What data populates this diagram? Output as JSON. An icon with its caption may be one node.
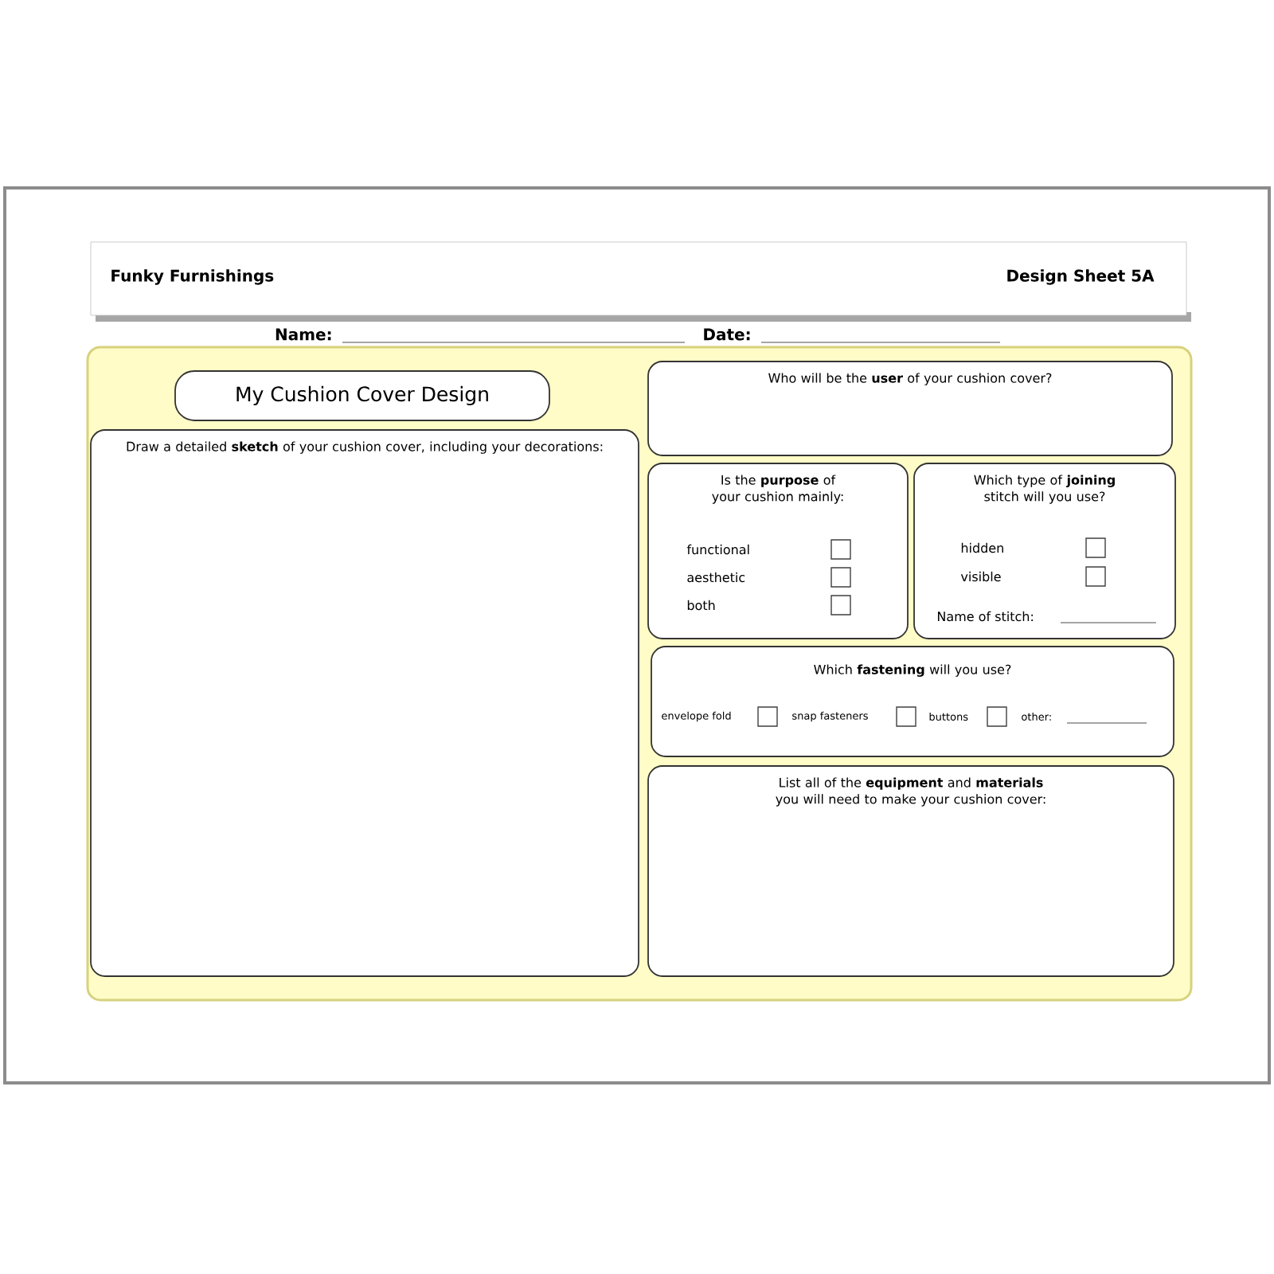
{
  "diagram": {
    "title": "Funky Furnishings",
    "nodes": [
      {
        "text": [],
        "shape": "box"
      },
      {
        "text": [
          "My Cushion Cover Design"
        ],
        "in": 0
      },
      {
        "text": [
          "Draw a detailed **sketch** of your cushion cover, including your decorations:"
        ],
        "in": 0
      },
      {
        "text": [
          "Who will be the **user** of your cushion cover?"
        ],
        "in": 0
      },
      {
        "text": [
          "Is the **purpose** of your cushion mainly:",
          "functional",
          "aesthetic",
          "both"
        ],
        "in": 0
      },
      {
        "text": [
          "Which type of **joining** stitch will you use?",
          "hidden",
          "visible",
          "Name of stitch:"
        ],
        "in": 0
      },
      {
        "text": [
          "Which **fastening** will you use?",
          "envelope fold",
          "snap fasteners",
          "buttons",
          "other:"
        ],
        "in": 0
      },
      {
        "text": [
          "List all of the **equipment** and **materials** you will need to make your cushion cover:"
        ],
        "in": 0
      }
    ],
    "edges": [],
    "labels": [
      "Design Sheet 5A",
      "Name:",
      "Date:"
    ]
  }
}
